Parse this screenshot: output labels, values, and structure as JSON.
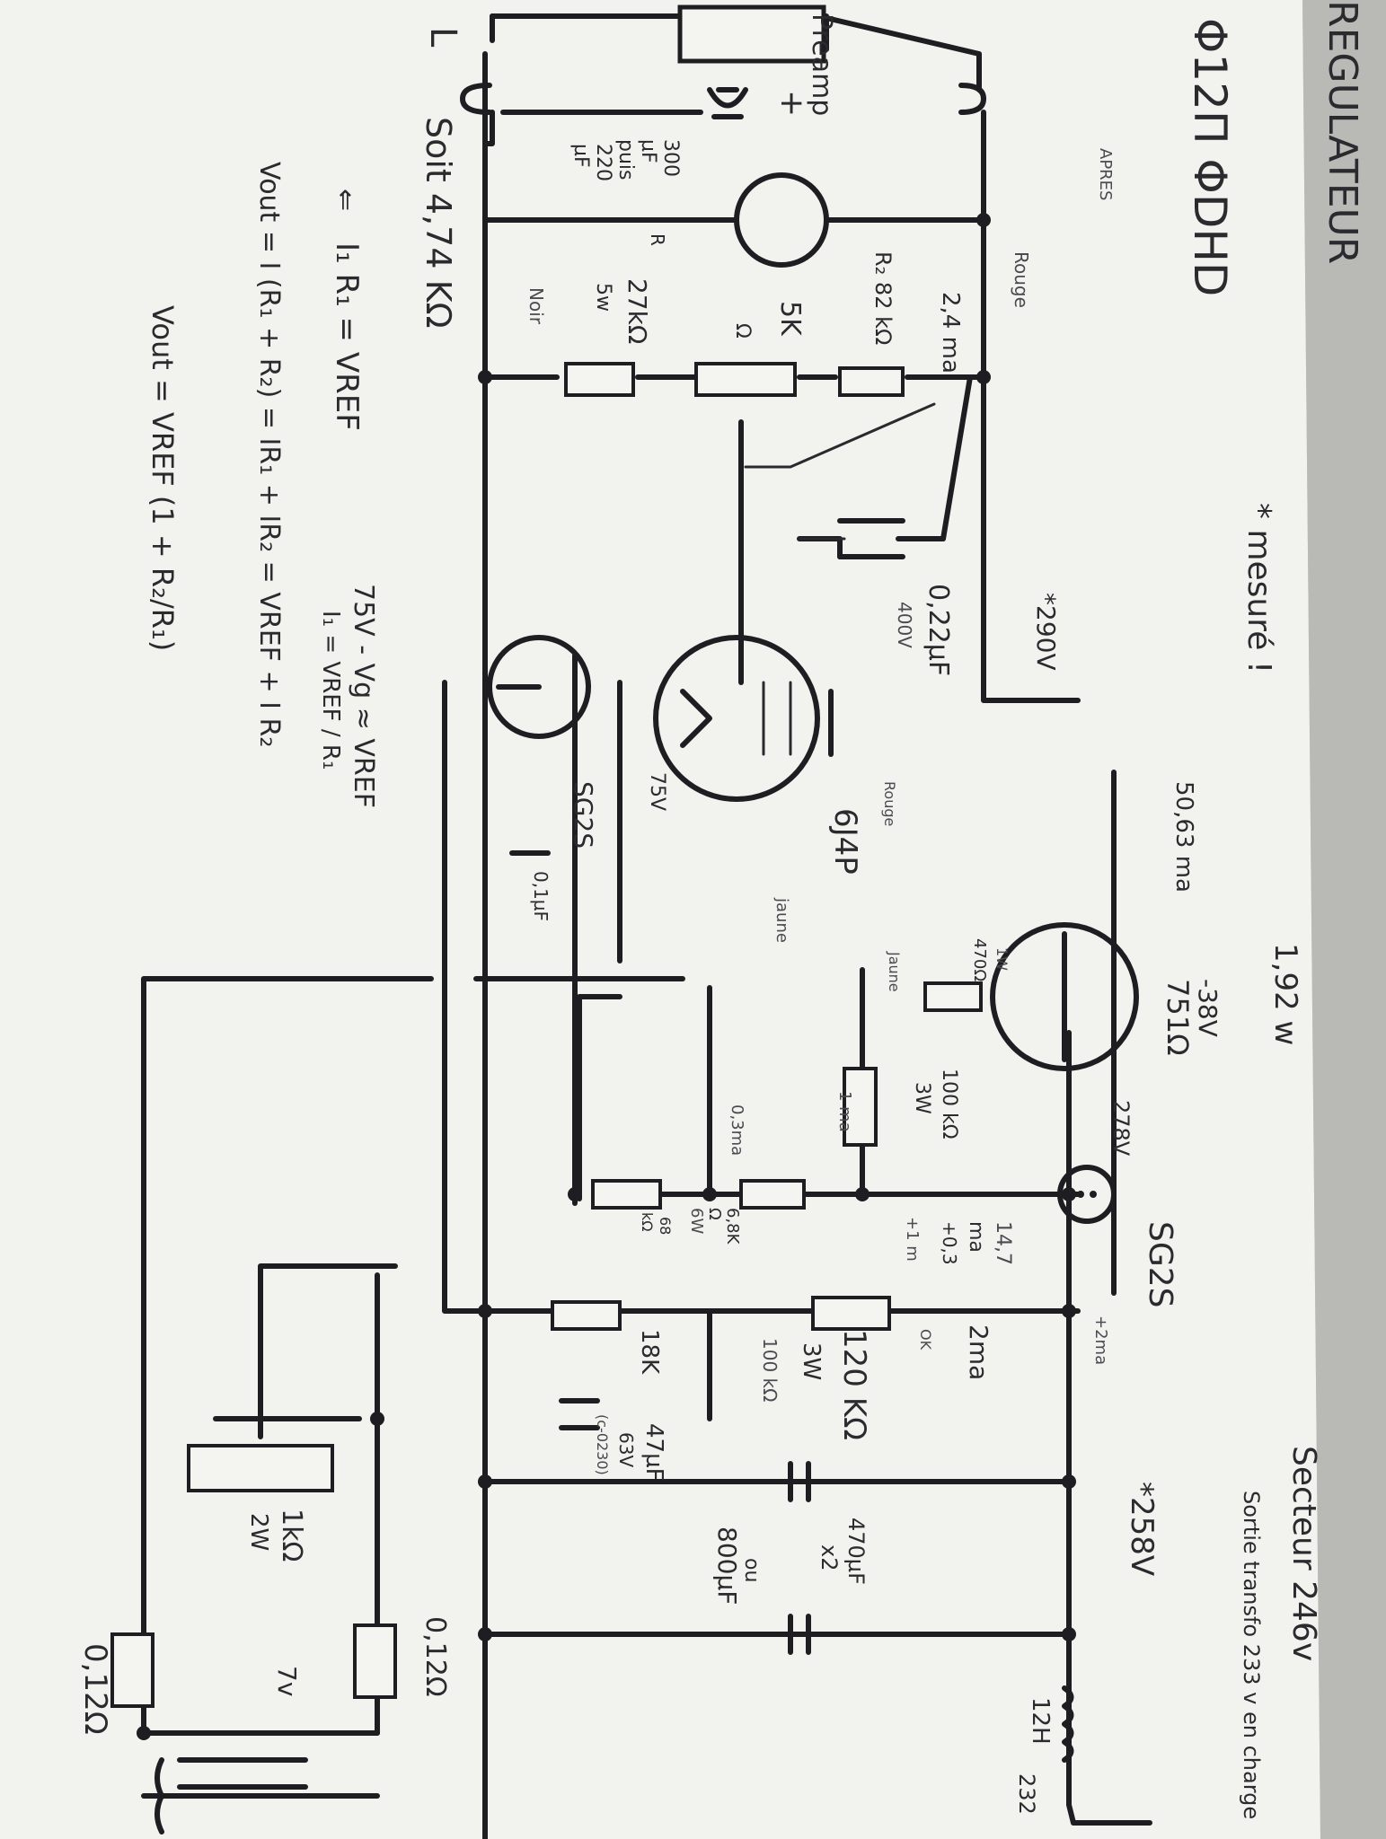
{
  "title": "REGULATEUR",
  "subtitle": "Φ12Π ΦDHD",
  "mesure": "* mesuré !",
  "secteur": "Secteur 246v",
  "sortie": "Sortie transfo 233 v en charge",
  "labels": {
    "preamp": "Preamp",
    "plus": "+",
    "cap300": [
      "300",
      "µF",
      "puis",
      "220",
      "µF"
    ],
    "l_mark": "L",
    "soit": "Soit 4,74 KΩ",
    "apres": "APRES",
    "rouge": "Rouge",
    "current_24": "2,4 ma",
    "r2_label": "R₂ 82 kΩ",
    "r_label": "R",
    "pot_5k": "5K",
    "pot_ohm": "Ω",
    "r_27k": "27kΩ",
    "r_27k_w": "5w",
    "noir": "Noir",
    "v_290": "*290V",
    "c_022": "0,22µF",
    "c_022_v": "400V",
    "tube_6j4p": "6J4P",
    "tube_sg2s_a": "SG2S",
    "v_75": "75V",
    "c_01": "0,1µF",
    "rouge2": "Rouge",
    "jaune": "jaune",
    "jaune2": "Jaune",
    "r_470": "470Ω",
    "r_470w": "1W",
    "i_5063": "50,63 ma",
    "w_192": "1,92 w",
    "v_38": "-38V",
    "r_751": "751Ω",
    "v_278": "278V",
    "r_100k": "100 kΩ",
    "r_100k_w": "3W",
    "i_1ma": "1 ma",
    "i_03ma": "0,3ma",
    "r_68k": "6,8K",
    "r_68k_o": "Ω",
    "r_68k_w": "6W",
    "r_68k_b": "68",
    "r_68k_b2": "kΩ",
    "i_147": "14,7",
    "ma": "ma",
    "plus03": "+0,3",
    "plus1": "+1 m",
    "sg2s_b": "SG2S",
    "plus2ma": "+2ma",
    "i_2ma": "2ma",
    "ok": "OK",
    "r_120k": "120 KΩ",
    "r_120k_w": "3W",
    "r_100kn": "100 kΩ",
    "r_18k": "18K",
    "c_47": "47µF",
    "c_47_v": "63V",
    "c_47_n": "(c-0230)",
    "v_258": "*258V",
    "c_470": "470µF",
    "c_470x": "x2",
    "ou": "ou",
    "c_800": "800µF",
    "choke": "12H",
    "choke_v": "232",
    "r_1k": "1kΩ",
    "r_1k_w": "2W",
    "res_012a": "0,12Ω",
    "res_012b": "0,12Ω",
    "mark_7v": "7v"
  },
  "equations": {
    "e1": "I₁ R₁ = VREF",
    "e2": "Vout = I (R₁ + R₂) = IR₁ + IR₂ = VREF + I R₂",
    "e3": "Vout = VREF (1 + R₂/R₁)",
    "e4": "75V - Vg ≈ VREF",
    "e5": "I₁ = VREF / R₁",
    "arrow": "⇐"
  }
}
